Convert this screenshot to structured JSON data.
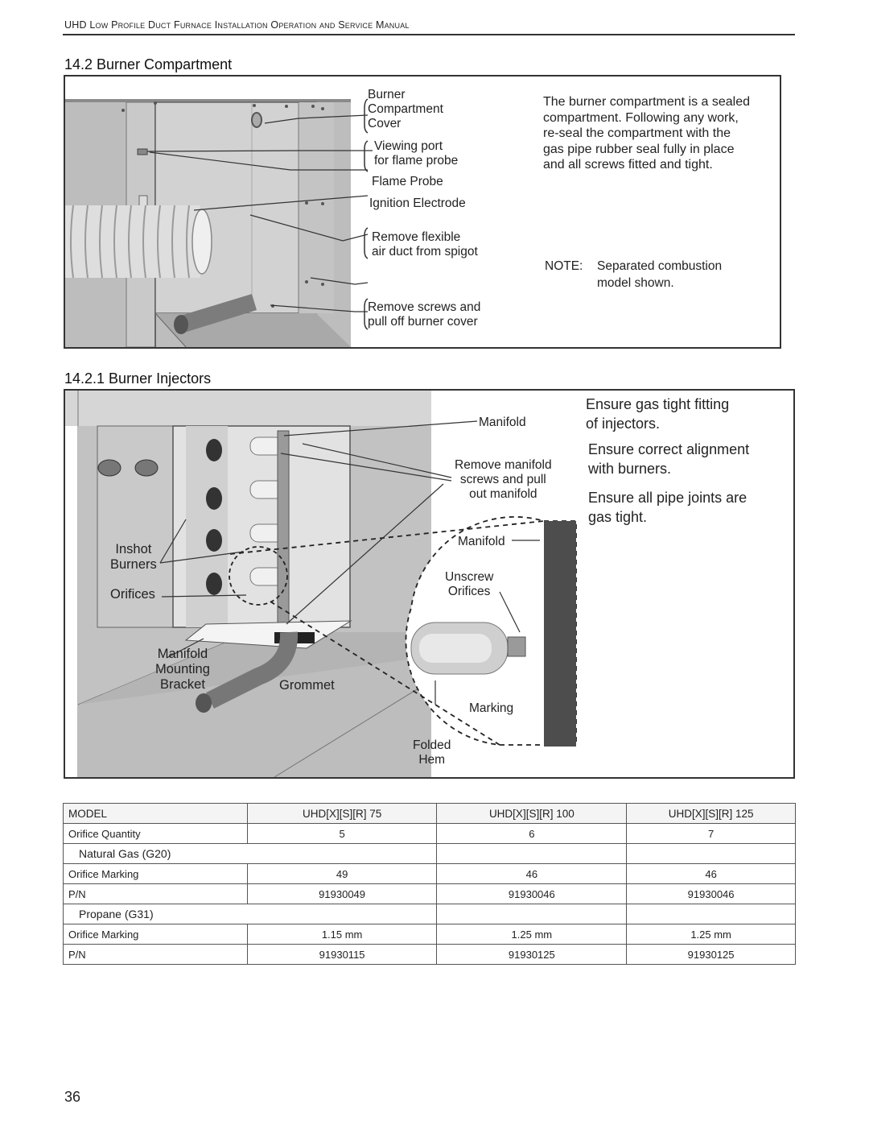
{
  "header": {
    "title": "UHD Low Profile Duct Furnace Installation Operation and Service Manual"
  },
  "section1": {
    "heading": "14.2 Burner Compartment",
    "callouts": {
      "cover": "Burner\nCompartment\nCover",
      "viewing_port": "Viewing port\nfor flame probe",
      "flame_probe": "Flame Probe",
      "ignition": "Ignition Electrode",
      "duct": "Remove flexible\nair duct from spigot",
      "screws": "Remove screws and\npull off burner cover"
    },
    "description": "The burner compartment is a sealed\ncompartment. Following any work,\nre-seal the compartment with the\ngas pipe rubber seal fully in place\nand all screws fitted and tight.",
    "note_label": "NOTE:",
    "note_text": "Separated combustion\nmodel shown."
  },
  "section2": {
    "heading": "14.2.1 Burner Injectors",
    "callouts": {
      "manifold_top": "Manifold",
      "remove_manifold": "Remove manifold\nscrews and pull\nout manifold",
      "manifold_mid": "Manifold",
      "unscrew": "Unscrew\nOrifices",
      "inshot": "Inshot\nBurners",
      "orifices": "Orifices",
      "bracket": "Manifold\nMounting\nBracket",
      "grommet": "Grommet",
      "marking": "Marking",
      "folded": "Folded\nHem"
    },
    "instructions": [
      "Ensure gas tight fitting\nof injectors.",
      "Ensure correct alignment\nwith burners.",
      "Ensure all pipe joints are\ngas tight."
    ]
  },
  "table": {
    "header": [
      "MODEL",
      "UHD[X][S][R] 75",
      "UHD[X][S][R] 100",
      "UHD[X][S][R] 125"
    ],
    "orifice_quantity": [
      "Orifice Quantity",
      "5",
      "6",
      "7"
    ],
    "natural_gas": {
      "title": "Natural Gas (G20)",
      "marking": [
        "Orifice Marking",
        "49",
        "46",
        "46"
      ],
      "pn": [
        "P/N",
        "91930049",
        "91930046",
        "91930046"
      ]
    },
    "propane": {
      "title": "Propane (G31)",
      "marking": [
        "Orifice Marking",
        "1.15 mm",
        "1.25 mm",
        "1.25 mm"
      ],
      "pn": [
        "P/N",
        "91930115",
        "91930125",
        "91930125"
      ]
    }
  },
  "page_number": "36"
}
